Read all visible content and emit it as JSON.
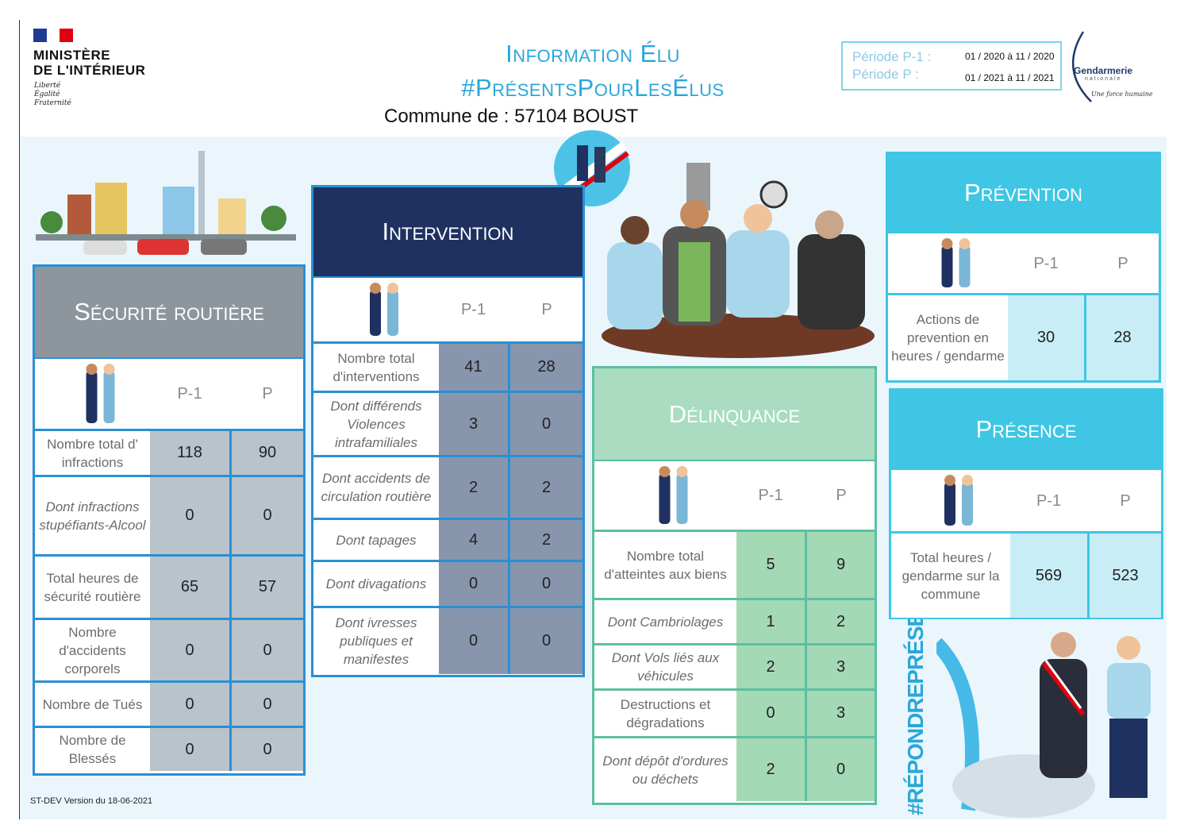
{
  "header": {
    "ministry_line1": "MINISTÈRE",
    "ministry_line2": "DE L'INTÉRIEUR",
    "motto": [
      "Liberté",
      "Égalité",
      "Fraternité"
    ],
    "title": "Information Élu",
    "hashtag": "#PrésentsPourLesÉlus",
    "commune": "Commune de : 57104 BOUST"
  },
  "period": {
    "p1_label": "Période P-1 :",
    "p1_value": "01 / 2020 à 11 / 2020",
    "p_label": "Période P :",
    "p_value": "01 / 2021 à 11 / 2021"
  },
  "gendarmerie_logo": {
    "name": "Gendarmerie",
    "sub": "nationale",
    "tagline": "Une force humaine"
  },
  "columns": {
    "p1": "P-1",
    "p": "P"
  },
  "securite": {
    "title": "Sécurité routière",
    "rows": [
      {
        "label": "Nombre total d' infractions",
        "p1": "118",
        "p": "90",
        "italic": false
      },
      {
        "label": "Dont infractions stupéfiants-Alcool",
        "p1": "0",
        "p": "0",
        "italic": true
      },
      {
        "label": "Total heures de sécurité routière",
        "p1": "65",
        "p": "57",
        "italic": false
      },
      {
        "label": "Nombre d'accidents corporels",
        "p1": "0",
        "p": "0",
        "italic": false
      },
      {
        "label": "Nombre de Tués",
        "p1": "0",
        "p": "0",
        "italic": false
      },
      {
        "label": "Nombre de Blessés",
        "p1": "0",
        "p": "0",
        "italic": false
      }
    ]
  },
  "intervention": {
    "title": "Intervention",
    "rows": [
      {
        "label": "Nombre total d'interventions",
        "p1": "41",
        "p": "28",
        "italic": false
      },
      {
        "label": "Dont différends Violences intrafamiliales",
        "p1": "3",
        "p": "0",
        "italic": true
      },
      {
        "label": "Dont accidents de circulation routière",
        "p1": "2",
        "p": "2",
        "italic": true
      },
      {
        "label": "Dont tapages",
        "p1": "4",
        "p": "2",
        "italic": true
      },
      {
        "label": "Dont divagations",
        "p1": "0",
        "p": "0",
        "italic": true
      },
      {
        "label": "Dont ivresses publiques et manifestes",
        "p1": "0",
        "p": "0",
        "italic": true
      }
    ]
  },
  "delinquance": {
    "title": "Délinquance",
    "rows": [
      {
        "label": "Nombre total d'atteintes aux biens",
        "p1": "5",
        "p": "9",
        "italic": false
      },
      {
        "label": "Dont Cambriolages",
        "p1": "1",
        "p": "2",
        "italic": true
      },
      {
        "label": "Dont Vols liés aux véhicules",
        "p1": "2",
        "p": "3",
        "italic": true
      },
      {
        "label": "Destructions et dégradations",
        "p1": "0",
        "p": "3",
        "italic": false
      },
      {
        "label": "Dont dépôt d'ordures ou déchets",
        "p1": "2",
        "p": "0",
        "italic": true
      }
    ]
  },
  "prevention": {
    "title": "Prévention",
    "rows": [
      {
        "label": "Actions de prevention en heures / gendarme",
        "p1": "30",
        "p": "28",
        "italic": false
      }
    ]
  },
  "presence": {
    "title": "Présence",
    "rows": [
      {
        "label": "Total heures / gendarme sur la commune",
        "p1": "569",
        "p": "523",
        "italic": false
      }
    ]
  },
  "slogan": "#RÉPONDREPRÉSENT",
  "footer": "ST-DEV Version du 18-06-2021",
  "colors": {
    "accent": "#2aa7da",
    "securite_head": "#8e969d",
    "securite_val": "#b9c3cb",
    "intervention_head": "#1e3160",
    "intervention_val": "#8796ad",
    "delinquance_head": "#a9dcc1",
    "delinquance_val": "#a3d9b5",
    "prevention_head": "#3ec6e4",
    "prevention_val": "#c9edf7"
  }
}
